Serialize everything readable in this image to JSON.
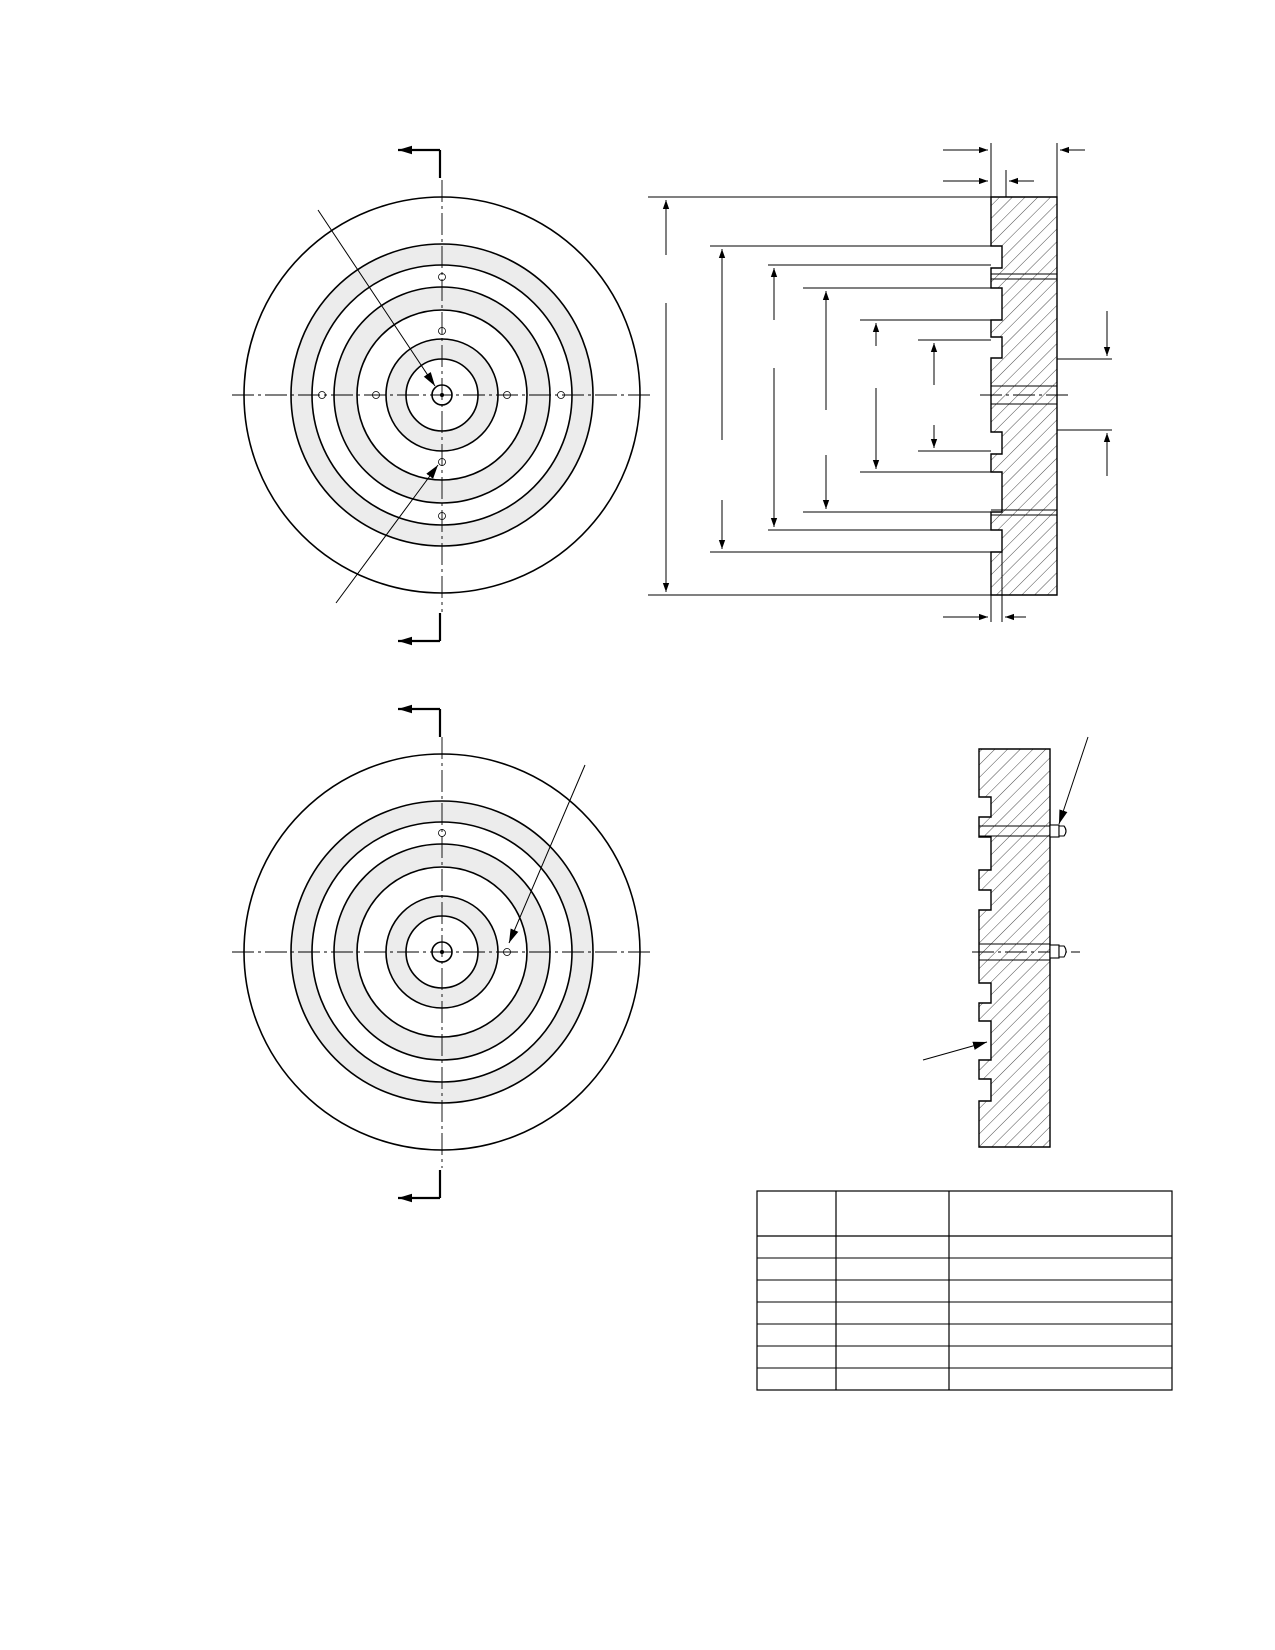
{
  "drawing": {
    "views": [
      "front-view-upper",
      "section-view-upper",
      "front-view-lower",
      "section-view-lower"
    ],
    "table": {
      "columns": [
        "",
        "",
        ""
      ],
      "rows": 7
    },
    "colors": {
      "line": "#000000",
      "shaded_band": "#ececec",
      "background": "#ffffff"
    }
  }
}
